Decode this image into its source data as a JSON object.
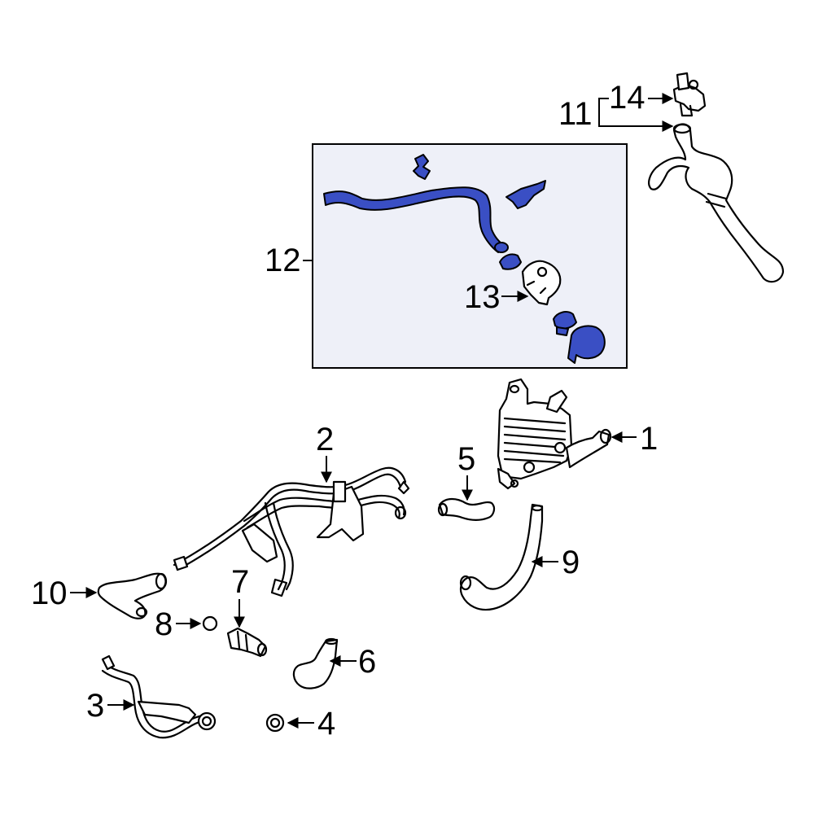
{
  "callouts": {
    "c1": "1",
    "c2": "2",
    "c3": "3",
    "c4": "4",
    "c5": "5",
    "c6": "6",
    "c7": "7",
    "c8": "8",
    "c9": "9",
    "c10": "10",
    "c11": "11",
    "c12": "12",
    "c13": "13",
    "c14": "14"
  },
  "colors": {
    "highlight_part": "#3a4fc4",
    "inset_background": "#eef0f8",
    "line": "#000000"
  }
}
